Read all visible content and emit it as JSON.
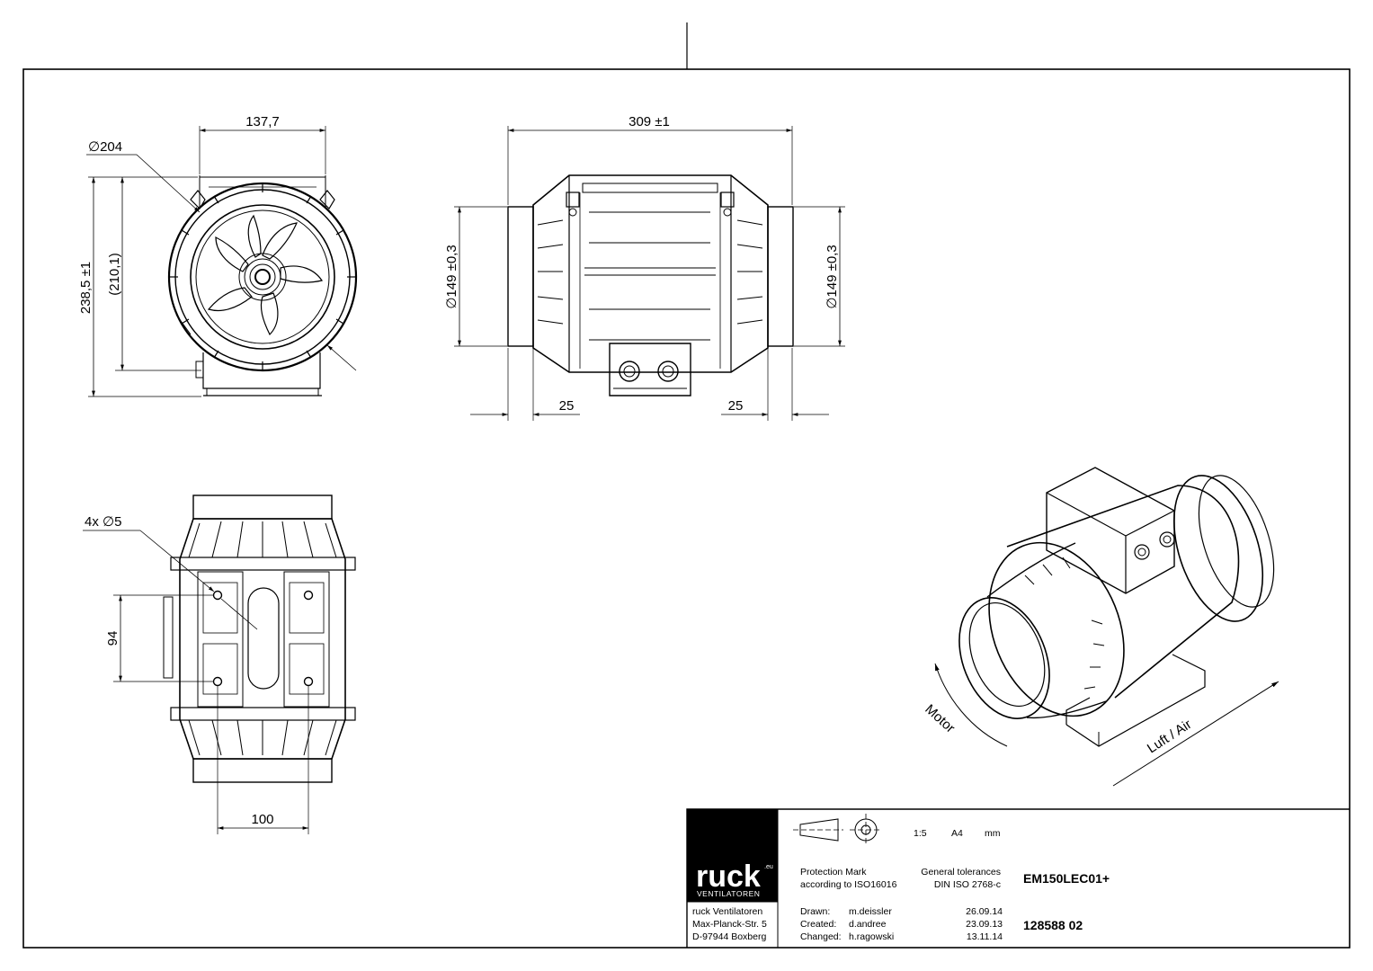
{
  "dimensions": {
    "front_width": "137,7",
    "front_diameter": "∅204",
    "front_height": "238,5 ±1",
    "front_height_ref": "(210,1)",
    "side_length": "309 ±1",
    "side_dia_left": "∅149 ±0,3",
    "side_dia_right": "∅149 ±0,3",
    "side_spigot_left": "25",
    "side_spigot_right": "25",
    "bottom_holes": "4x  ∅5",
    "bottom_pitch_v": "94",
    "bottom_pitch_h": "100"
  },
  "iso_labels": {
    "motor": "Motor",
    "air": "Luft / Air"
  },
  "title_block": {
    "logo_text": "ruck",
    "logo_superscript": ".eu",
    "logo_sub": "VENTILATOREN",
    "scale": "1:5",
    "paper": "A4",
    "units": "mm",
    "protection_1": "Protection Mark",
    "protection_2": "according to ISO16016",
    "tolerance_1": "General tolerances",
    "tolerance_2": "DIN ISO 2768-c",
    "part_name": "EM150LEC01+",
    "part_number": "128588  02",
    "address_1": "ruck Ventilatoren",
    "address_2": "Max-Planck-Str. 5",
    "address_3": "D-97944 Boxberg",
    "drawn_label": "Drawn:",
    "drawn_name": "m.deissler",
    "drawn_date": "26.09.14",
    "created_label": "Created:",
    "created_name": "d.andree",
    "created_date": "23.09.13",
    "changed_label": "Changed:",
    "changed_name": "h.ragowski",
    "changed_date": "13.11.14"
  }
}
